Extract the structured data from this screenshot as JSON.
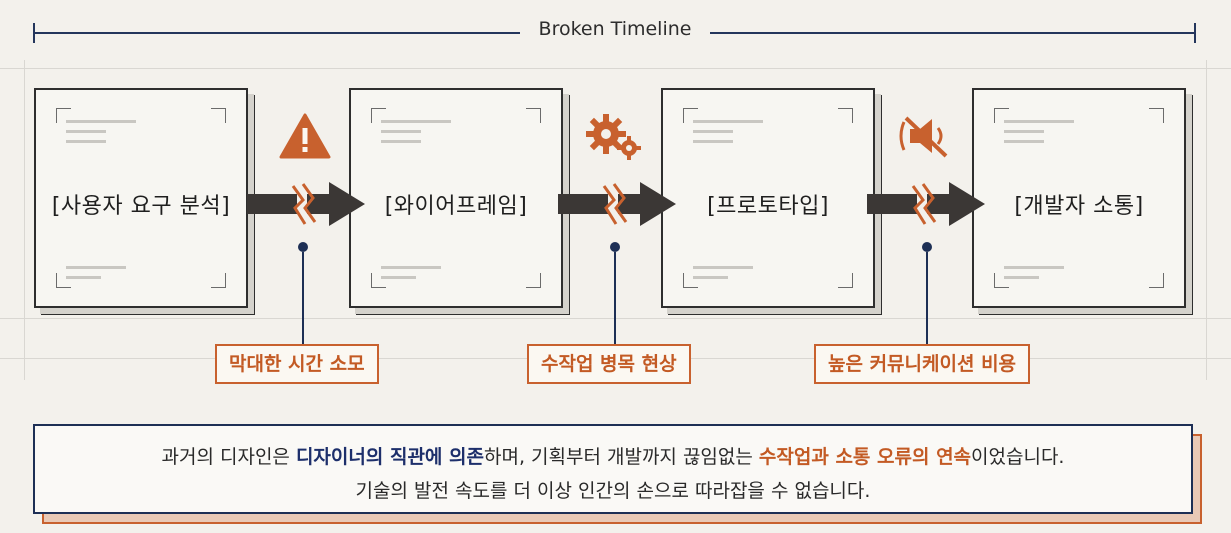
{
  "timeline": {
    "title": "Broken Timeline"
  },
  "stages": [
    {
      "label": "[사용자 요구 분석]"
    },
    {
      "label": "[와이어프레임]"
    },
    {
      "label": "[프로토타입]"
    },
    {
      "label": "[개발자 소통]"
    }
  ],
  "issues": [
    {
      "label": "막대한 시간 소모",
      "icon": "warning-icon"
    },
    {
      "label": "수작업 병목 현상",
      "icon": "gears-icon"
    },
    {
      "label": "높은 커뮤니케이션 비용",
      "icon": "muted-speaker-icon"
    }
  ],
  "summary": {
    "line1": [
      {
        "text": "과거의 디자인은 ",
        "style": "plain"
      },
      {
        "text": "디자이너의 직관에 의존",
        "style": "navy"
      },
      {
        "text": "하며, 기획부터 개발까지 끊임없는 ",
        "style": "plain"
      },
      {
        "text": "수작업과 소통 오류의 연속",
        "style": "orange"
      },
      {
        "text": "이었습니다.",
        "style": "plain"
      }
    ],
    "line2": "기술의 발전 속도를 더 이상 인간의 손으로 따라잡을 수 없습니다."
  },
  "colors": {
    "navy": "#1d2f55",
    "orange": "#c8612e",
    "arrow": "#3b3735",
    "background": "#f3f1ec"
  }
}
